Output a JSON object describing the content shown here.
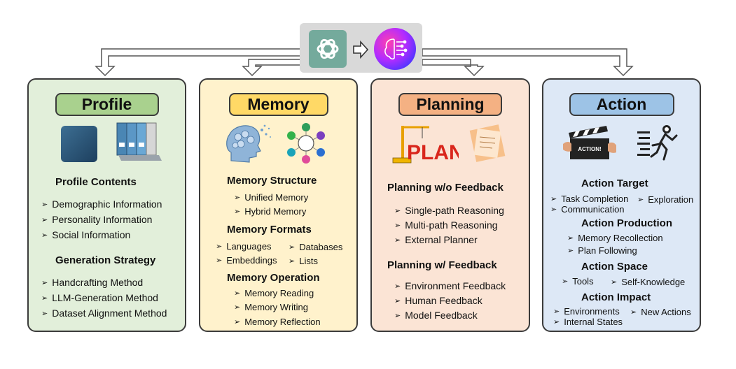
{
  "profile": {
    "title": "Profile",
    "sections": [
      {
        "heading": "Profile Contents",
        "items": [
          "Demographic Information",
          "Personality Information",
          "Social Information"
        ]
      },
      {
        "heading": "Generation Strategy",
        "items": [
          "Handcrafting Method",
          "LLM-Generation Method",
          "Dataset Alignment Method"
        ]
      }
    ]
  },
  "memory": {
    "title": "Memory",
    "sections": [
      {
        "heading": "Memory Structure",
        "items": [
          "Unified Memory",
          "Hybrid Memory"
        ]
      },
      {
        "heading": "Memory Formats",
        "items": [
          "Languages",
          "Databases",
          "Embeddings",
          "Lists"
        ]
      },
      {
        "heading": "Memory Operation",
        "items": [
          "Memory Reading",
          "Memory Writing",
          "Memory Reflection"
        ]
      }
    ]
  },
  "planning": {
    "title": "Planning",
    "plan_image_text": "PLAN",
    "sections": [
      {
        "heading": "Planning w/o Feedback",
        "items": [
          "Single-path Reasoning",
          "Multi-path Reasoning",
          "External Planner"
        ]
      },
      {
        "heading": "Planning w/ Feedback",
        "items": [
          "Environment Feedback",
          "Human Feedback",
          "Model Feedback"
        ]
      }
    ]
  },
  "action": {
    "title": "Action",
    "clapper_text": "ACTION!",
    "sections": [
      {
        "heading": "Action Target",
        "items": [
          "Task Completion",
          "Exploration",
          "Communication"
        ]
      },
      {
        "heading": "Action Production",
        "items": [
          "Memory Recollection",
          "Plan Following"
        ]
      },
      {
        "heading": "Action Space",
        "items": [
          "Tools",
          "Self-Knowledge"
        ]
      },
      {
        "heading": "Action Impact",
        "items": [
          "Environments",
          "New Actions",
          "Internal States"
        ]
      }
    ]
  },
  "icons": {
    "top_left": "openai-logo-icon",
    "top_middle": "right-arrow-icon",
    "top_right": "ai-brain-icon",
    "profile": [
      "profile-tile-icon",
      "file-binders-icon"
    ],
    "memory": [
      "brain-head-icon",
      "memory-types-diagram-icon"
    ],
    "planning": [
      "plan-crane-icon",
      "plan-notes-icon"
    ],
    "action": [
      "clapperboard-icon",
      "running-figure-icon"
    ]
  },
  "colors": {
    "profile_panel": "#e2efda",
    "profile_title": "#a9d18e",
    "memory_panel": "#fff2cc",
    "memory_title": "#ffd966",
    "planning_panel": "#fbe4d5",
    "planning_title": "#f4b183",
    "action_panel": "#dde8f6",
    "action_title": "#9dc3e6"
  }
}
